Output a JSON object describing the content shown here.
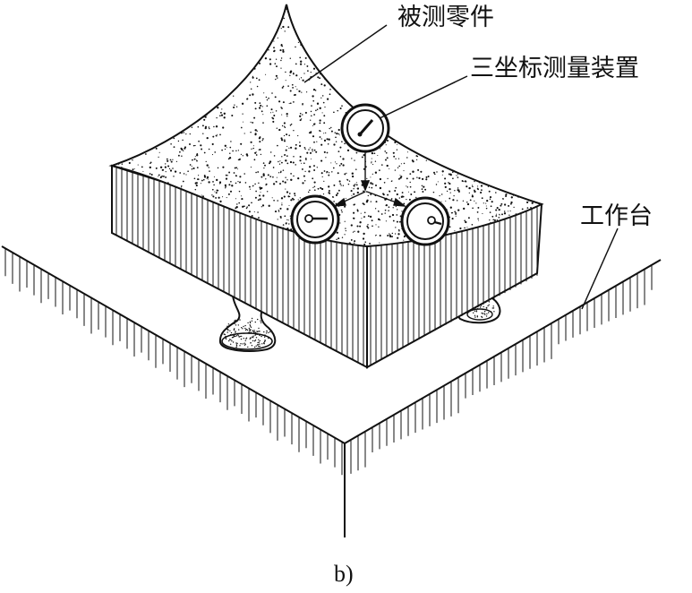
{
  "labels": {
    "part": "被测零件",
    "device": "三坐标测量装置",
    "table": "工作台"
  },
  "caption": "b)",
  "colors": {
    "ink": "#111111",
    "paper": "#ffffff"
  }
}
